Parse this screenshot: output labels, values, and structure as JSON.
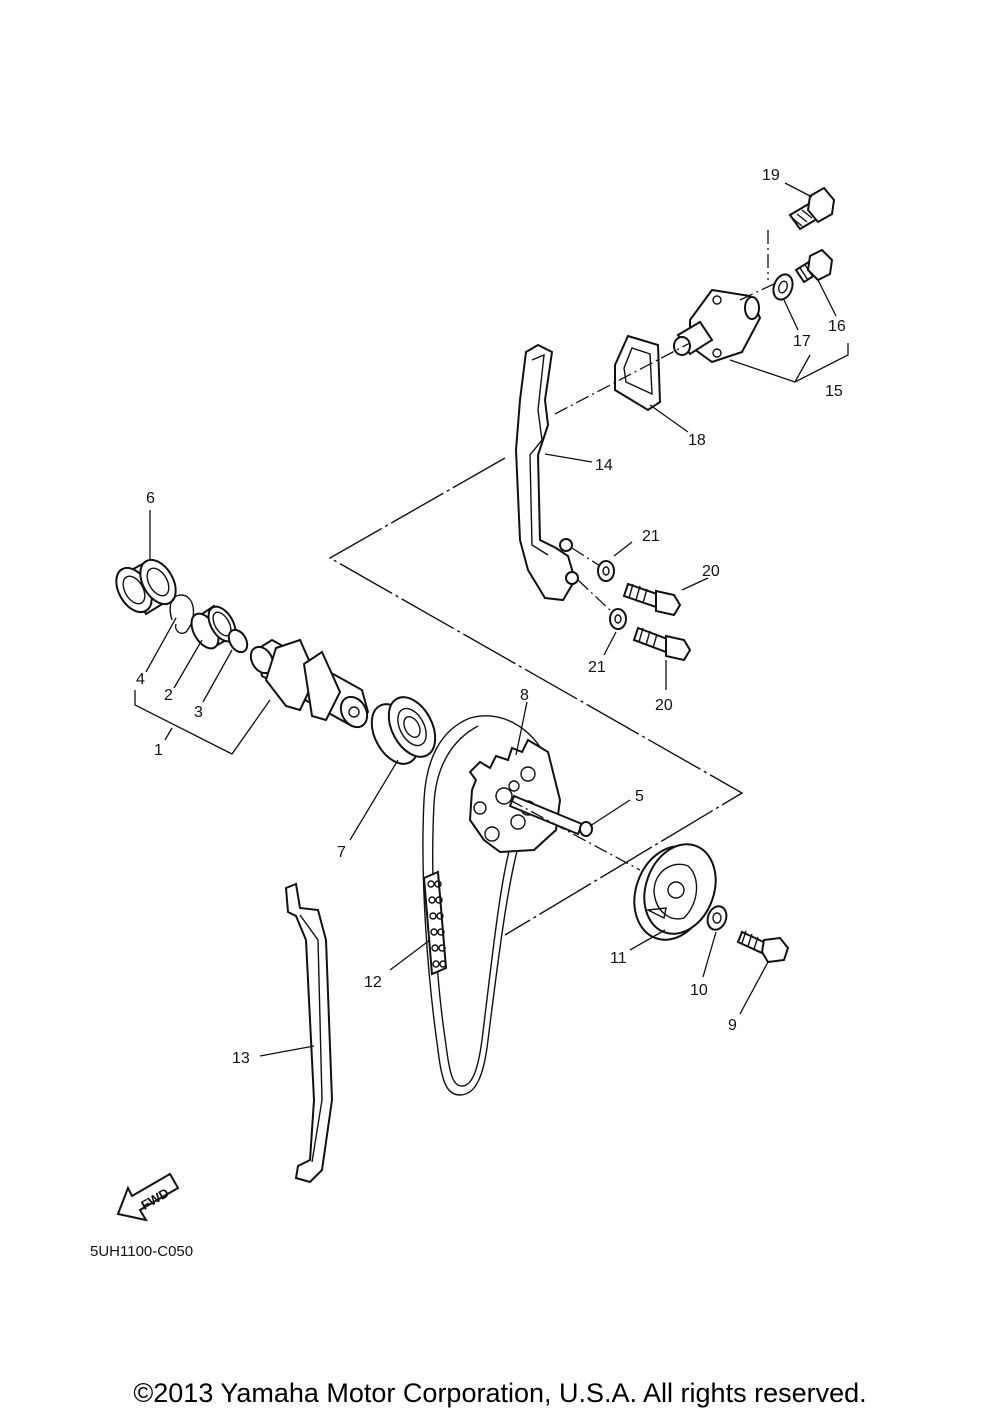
{
  "callouts": {
    "c1": "1",
    "c2": "2",
    "c3": "3",
    "c4": "4",
    "c5": "5",
    "c6": "6",
    "c7": "7",
    "c8": "8",
    "c9": "9",
    "c10": "10",
    "c11": "11",
    "c12": "12",
    "c13": "13",
    "c14": "14",
    "c15": "15",
    "c16": "16",
    "c17": "17",
    "c18": "18",
    "c19": "19",
    "c20a": "20",
    "c20b": "20",
    "c21a": "21",
    "c21b": "21"
  },
  "fwd_label": "FWD",
  "diagram_code": "5UH1100-C050",
  "copyright": "©2013 Yamaha Motor Corporation, U.S.A. All rights reserved."
}
